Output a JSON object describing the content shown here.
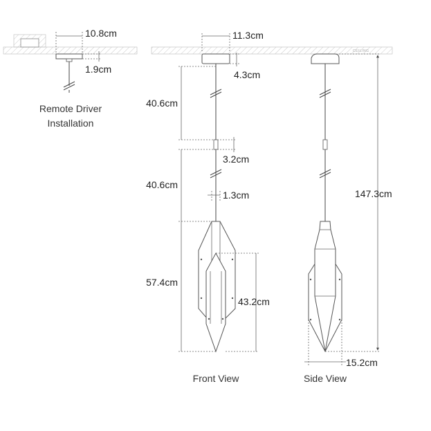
{
  "ceiling_label": "CEILING",
  "remote": {
    "width": "10.8cm",
    "height": "1.9cm",
    "caption_line1": "Remote Driver",
    "caption_line2": "Installation"
  },
  "front": {
    "canopy_width": "11.3cm",
    "canopy_height": "4.3cm",
    "rod_upper": "40.6cm",
    "joint": "3.2cm",
    "rod_lower": "40.6cm",
    "rod_diameter": "1.3cm",
    "outer_height": "57.4cm",
    "inner_height": "43.2cm",
    "caption": "Front View"
  },
  "side": {
    "overall_height": "147.3cm",
    "depth": "15.2cm",
    "caption": "Side View"
  },
  "colors": {
    "line": "#444444",
    "hatch": "#bbbbbb",
    "text": "#222222"
  }
}
